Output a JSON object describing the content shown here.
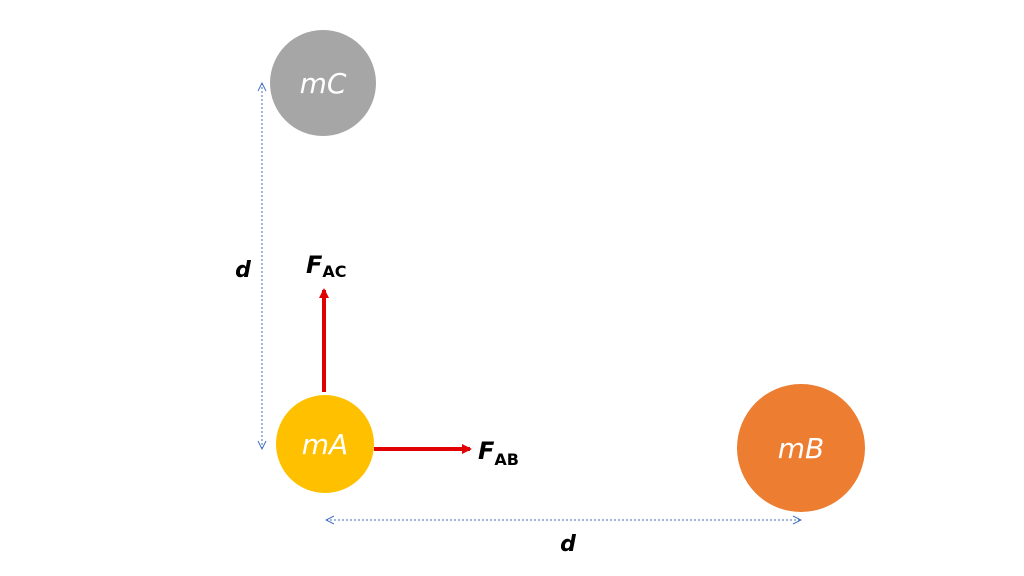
{
  "diagram": {
    "masses": {
      "c": {
        "label": "mC",
        "color": "#a6a6a6"
      },
      "a": {
        "label": "mA",
        "color": "#ffc000"
      },
      "b": {
        "label": "mB",
        "color": "#ed7d31"
      }
    },
    "forces": {
      "ac": {
        "symbol": "F",
        "subscript": "AC",
        "color": "#e00000"
      },
      "ab": {
        "symbol": "F",
        "subscript": "AB",
        "color": "#e00000"
      }
    },
    "distances": {
      "vertical": {
        "label": "d"
      },
      "horizontal": {
        "label": "d"
      }
    },
    "dimension_line_color": "#4472c4"
  }
}
